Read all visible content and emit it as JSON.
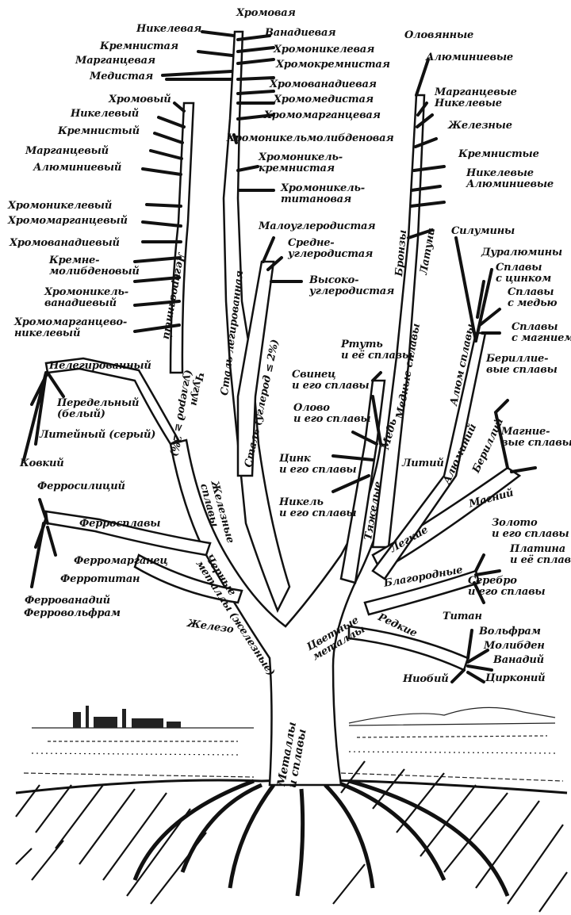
{
  "trunk": {
    "metals": "Металлы\nи сплавы",
    "black": "Черные\nметаллы (железные)",
    "color": "Цветные\nметаллы"
  },
  "ferrous": {
    "iron_branch": "Железо",
    "alloys_branch": "Железные\nсплавы",
    "steel_branch": "Сталь (углерод ≤ 2%)",
    "cast_iron_branch": "Чугун\n(углерод ≥ 2%)",
    "alloyed_steel_branch": "Сталь легированная",
    "alloyed_cast_iron_branch": "Легированный",
    "nonalloyed": "Нелегированный",
    "peredelny": "Передельный\n(белый)",
    "liteyny": "Литейный (серый)",
    "kovkiy": "Ковкий",
    "ferroalloys": "Ферросплавы",
    "ferrosilicium": "Ферросилиций",
    "ferromanganese": "Ферромарганец",
    "ferrotitanium": "Ферротитан",
    "ferrovanadium": "Феррованадий",
    "ferrotungsten": "Ферровольфрам",
    "steel_top": [
      "Хромовая",
      "Ванадиевая",
      "Хромоникелевая",
      "Хромокремнистая",
      "Хромованадиевая",
      "Хромомедистая",
      "Хромомарганцевая",
      "Хромоникельмолибденовая",
      "Хромоникель-\nкремнистая",
      "Хромоникель-\nтитановая"
    ],
    "steel_left": [
      "Никелевая",
      "Кремнистая",
      "Марганцевая",
      "Медистая"
    ],
    "carbon_steel": [
      "Малоуглеродистая",
      "Средне-\nуглеродистая",
      "Высоко-\nуглеродистая"
    ],
    "cast_iron_alloys": [
      "Хромовый",
      "Никелевый",
      "Кремнистый",
      "Марганцевый",
      "Алюминиевый",
      "Хромоникелевый",
      "Хромомарганцевый",
      "Хромованадиевый",
      "Кремне-\nмолибденовый",
      "Хромоникель-\nванадиевый",
      "Хромомарганцево-\nникелевый"
    ]
  },
  "nonferrous": {
    "heavy": "Тяжелые",
    "light": "Легкие",
    "noble": "Благородные",
    "rare": "Редкие",
    "copper": "Медь",
    "copper_alloys": "Медные сплавы",
    "bronze": "Бронзы",
    "brass": "Латуни",
    "aluminium": "Алюминий",
    "aluminium_alloys": "Алюм сплавы",
    "beryllium": "Бериллий",
    "magnesium": "Магний",
    "lithium": "Литий",
    "bronze_types": [
      "Оловянные",
      "Алюминиевые",
      "Марганцевые\nНикелевые",
      "Железные"
    ],
    "brass_types": [
      "Кремнистые",
      "Никелевые\nАлюминиевые"
    ],
    "al_types": [
      "Силумины",
      "Дуралюмины",
      "Сплавы\nс цинком",
      "Сплавы\nс медью",
      "Сплавы\nс магнием"
    ],
    "beryllium_alloys": "Бериллие-\nвые сплавы",
    "magnesium_alloys": "Магние-\nвые сплавы",
    "heavy_metals": [
      "Ртуть\nи её сплавы",
      "Свинец\nи его сплавы",
      "Олово\nи его сплавы",
      "Цинк\nи его сплавы",
      "Никель\nи его сплавы"
    ],
    "noble_metals": [
      "Золото\nи его сплавы",
      "Платина\nи её сплавы",
      "Серебро\nи его сплавы"
    ],
    "rare_metals": [
      "Титан",
      "Вольфрам",
      "Молибден",
      "Ванадий",
      "Цирконий",
      "Ниобий"
    ]
  }
}
